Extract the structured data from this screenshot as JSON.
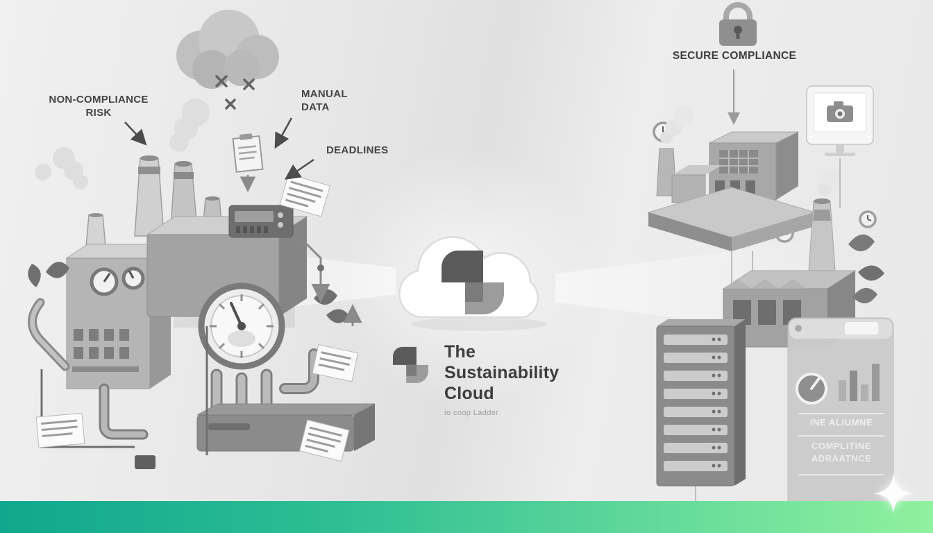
{
  "left_scene": {
    "labels": {
      "non_compliance_risk": "NON-COMPLIANCE\nRISK",
      "manual_data": "MANUAL\nDATA",
      "deadlines": "DEADLINES"
    }
  },
  "center": {
    "brand": {
      "line1": "The",
      "line2": "Sustainability",
      "line3": "Cloud",
      "tagline": "io coop Ladder"
    }
  },
  "right_scene": {
    "labels": {
      "secure_compliance": "SECURE COMPLIANCE"
    },
    "panel": {
      "heading": "INE ALIUMNE",
      "body": "COMPLITINE\nADRAATNCE"
    }
  },
  "colors": {
    "footer_gradient_start": "#10a78e",
    "footer_gradient_end": "#90f19e",
    "label_ink": "#454545",
    "brand_ink": "#3d3d3d"
  }
}
